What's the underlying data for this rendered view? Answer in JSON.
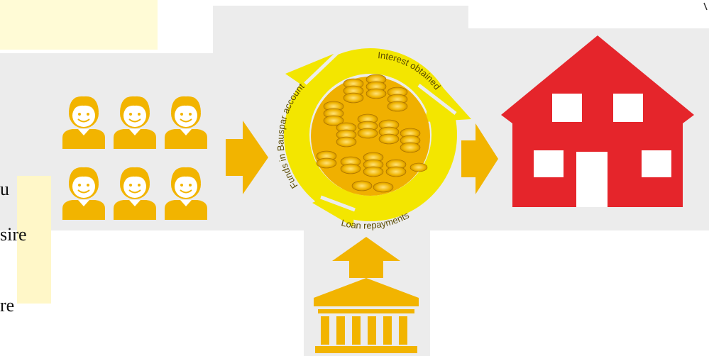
{
  "page": {
    "text_fragments": [
      "u",
      "sire",
      "re"
    ]
  },
  "diagram": {
    "cycle_labels": {
      "funds": "Funds in Bauspar account",
      "interest": "Interest obtained",
      "repayments": "Loan repayments"
    },
    "colors": {
      "accent": "#f2b400",
      "ring": "#f3e600",
      "house": "#e5252b",
      "background": "#ececec"
    },
    "icons": [
      "person-icon",
      "arrow-right-icon",
      "coins-icon",
      "house-icon",
      "arrow-up-icon",
      "bank-icon"
    ]
  }
}
